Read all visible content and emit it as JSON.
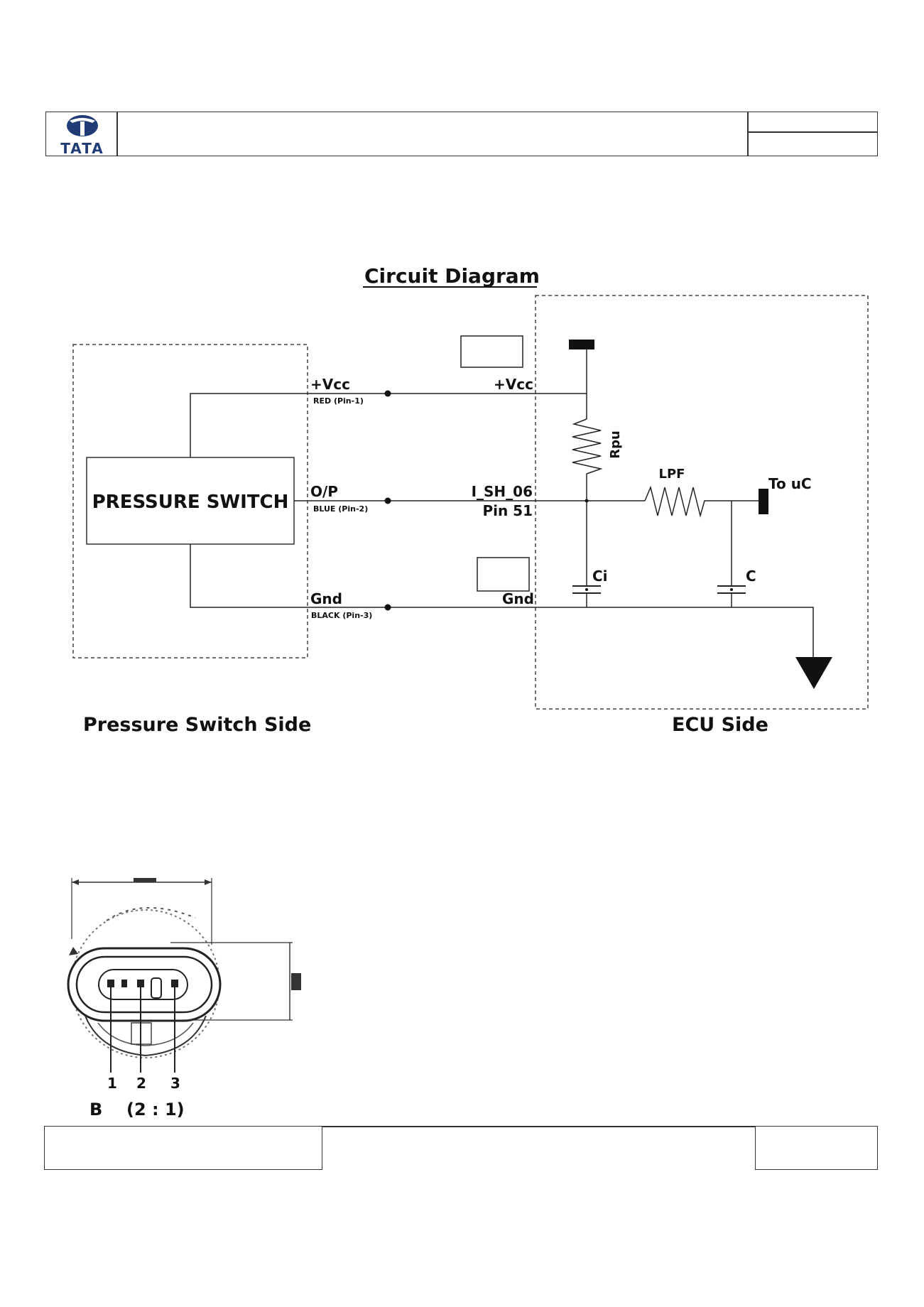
{
  "header": {
    "logo_text": "TATA",
    "brand_color": "#1f3b78"
  },
  "diagram": {
    "title": "Circuit Diagram",
    "switch_block": "PRESSURE SWITCH",
    "left": {
      "vcc": "+Vcc",
      "vcc_wire": "RED (Pin-1)",
      "op": "O/P",
      "op_wire": "BLUE (Pin-2)",
      "gnd": "Gnd",
      "gnd_wire": "BLACK (Pin-3)"
    },
    "right": {
      "vcc": "+Vcc",
      "signal": "I_SH_06",
      "pin": "Pin 51",
      "gnd": "Gnd"
    },
    "components": {
      "rpu": "Rpu",
      "lpf": "LPF",
      "to_uc": "To uC",
      "ci": "Ci",
      "c": "C"
    },
    "sides": {
      "left": "Pressure Switch Side",
      "right": "ECU Side"
    }
  },
  "connector": {
    "pins": [
      "1",
      "2",
      "3"
    ],
    "code": "B",
    "ratio": "(2 : 1)"
  }
}
